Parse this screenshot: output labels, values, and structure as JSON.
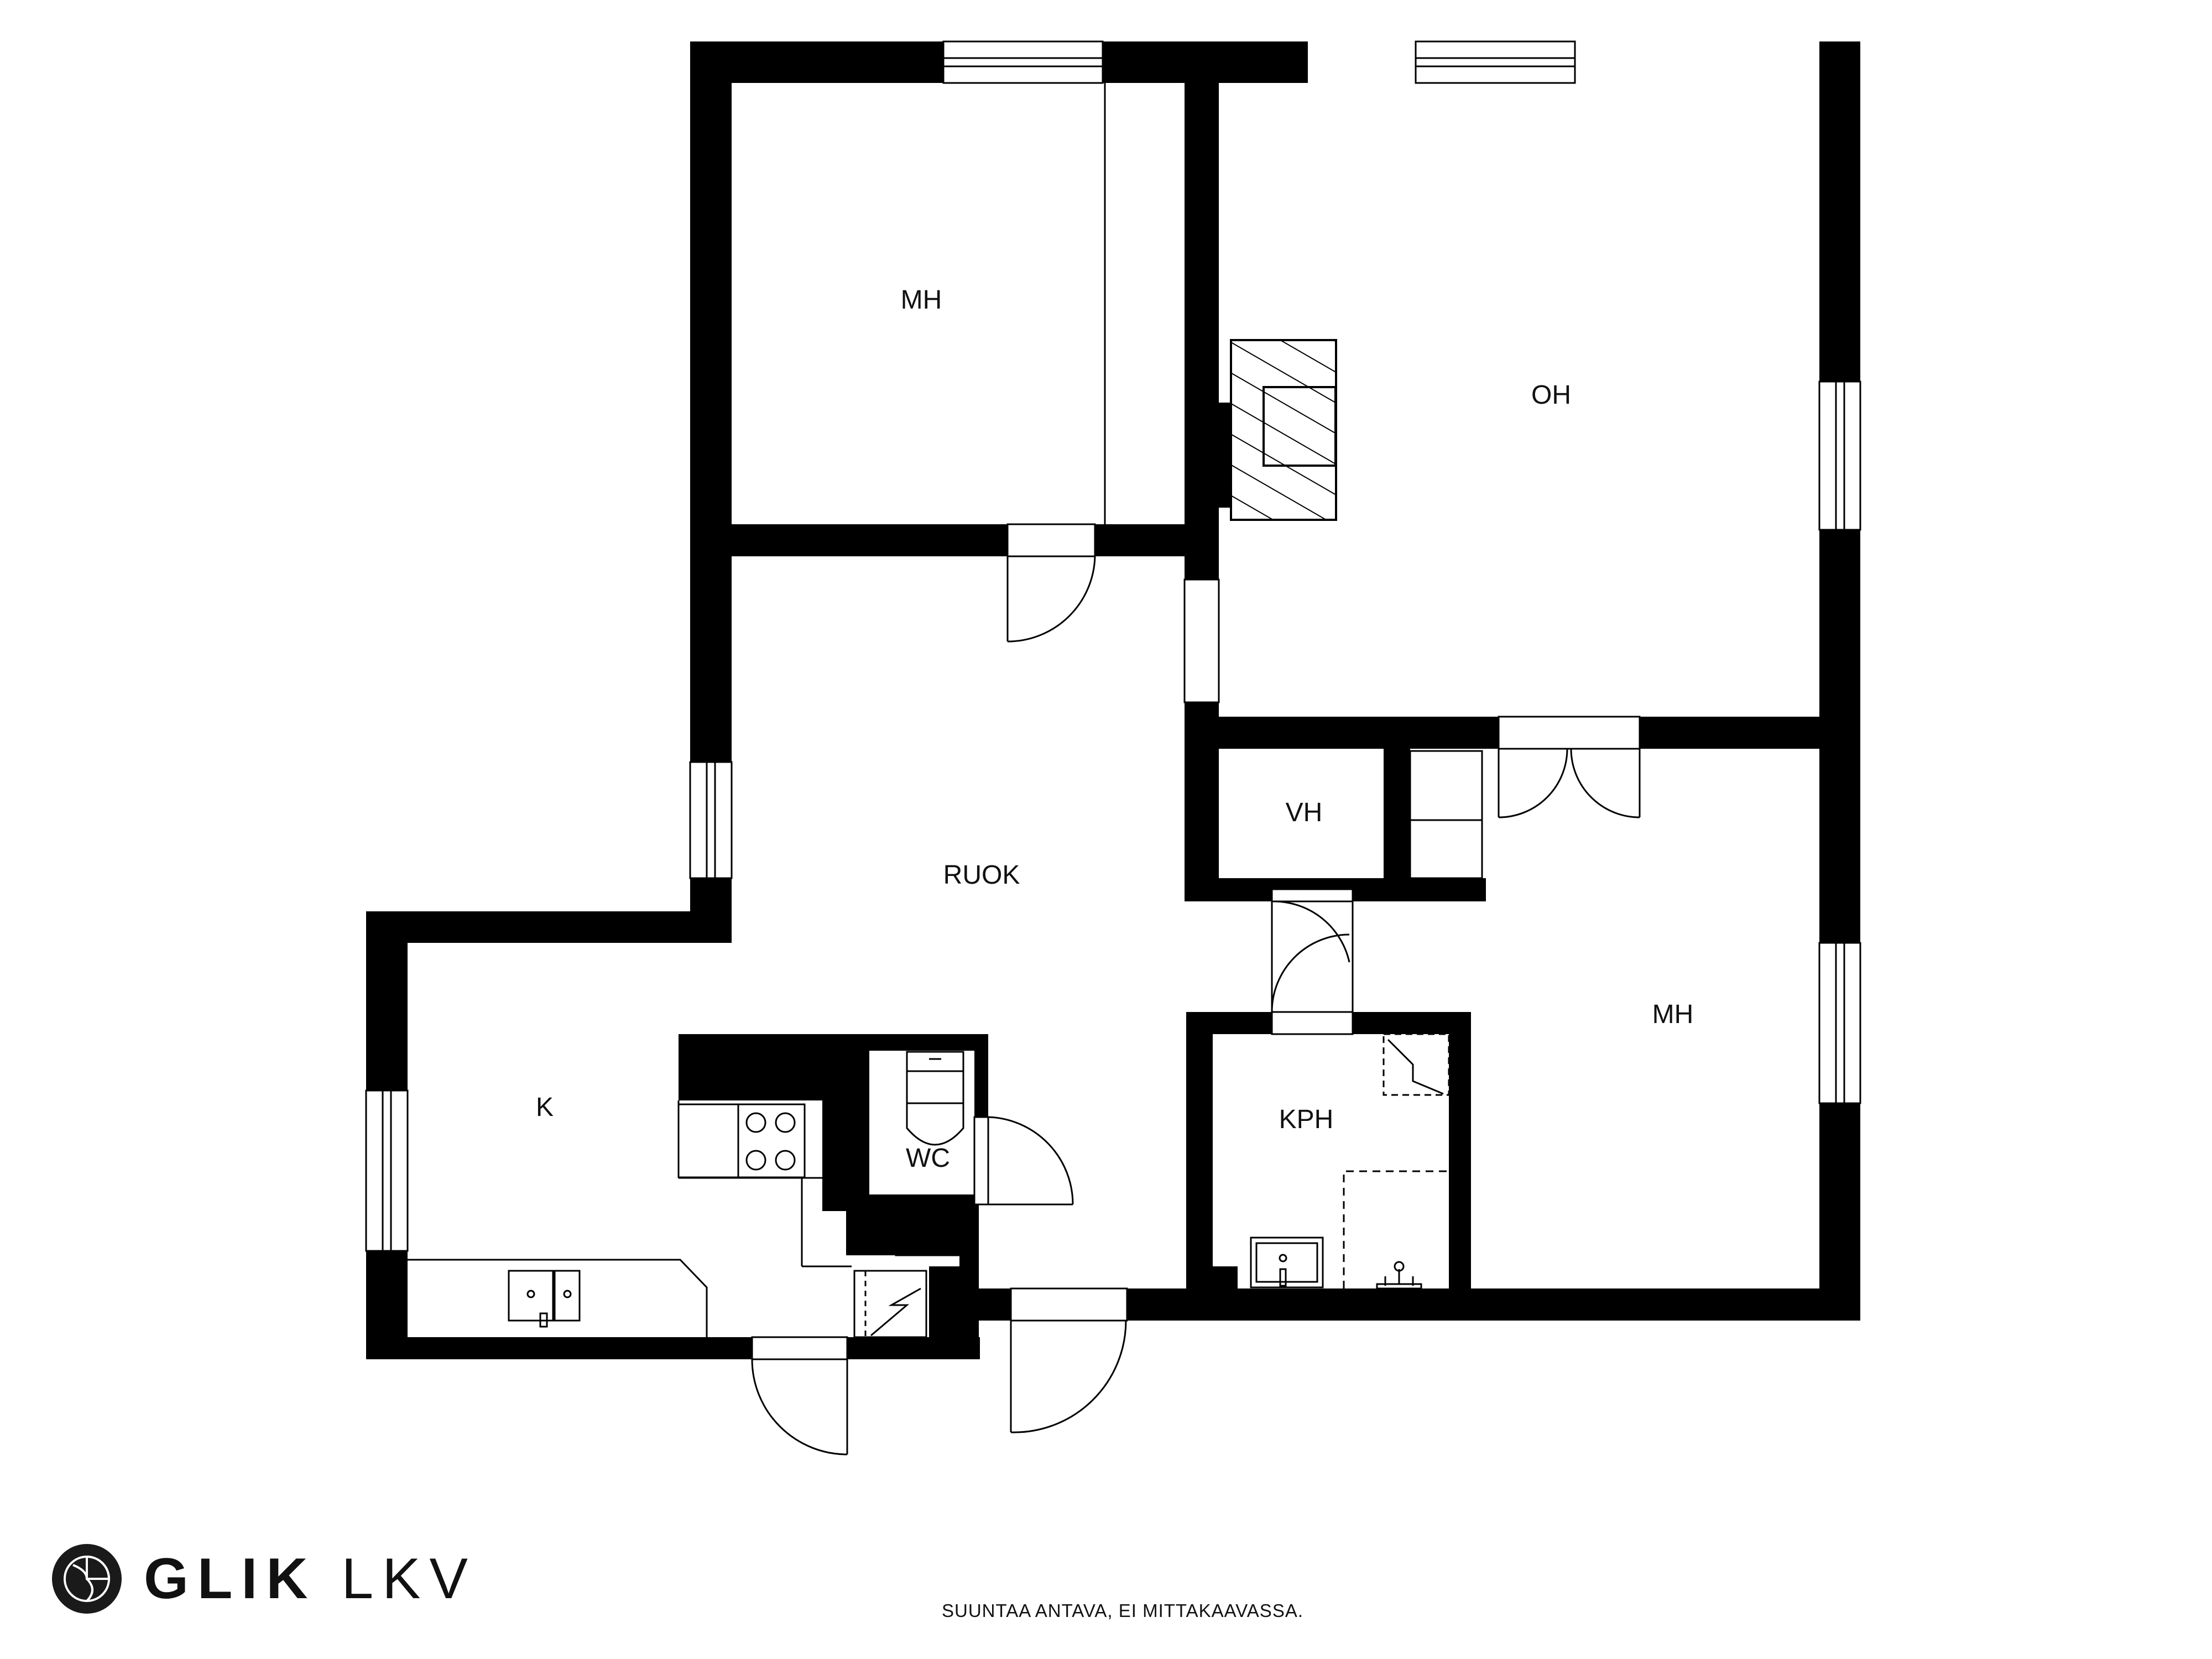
{
  "rooms": {
    "mh_top": "MH",
    "oh": "OH",
    "ruok": "RUOK",
    "vh": "VH",
    "mh_right": "MH",
    "k": "K",
    "wc": "WC",
    "kph": "KPH"
  },
  "footer": {
    "brand_bold": "GLIK",
    "brand_light": "LKV",
    "disclaimer": "SUUNTAA ANTAVA, EI MITTAKAAVASSA."
  },
  "icons": {
    "logo": "glik-logo-icon",
    "fireplace": "fireplace-icon",
    "stove": "stove-icon",
    "sink": "sink-icon",
    "toilet": "toilet-icon",
    "shower": "shower-icon",
    "electric_panel": "electric-panel-icon"
  }
}
